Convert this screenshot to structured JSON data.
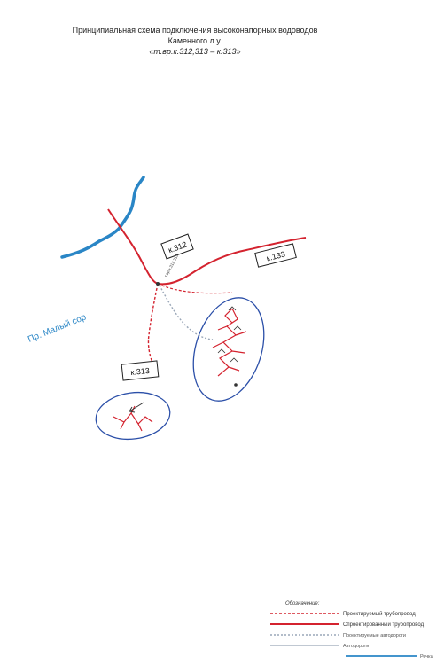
{
  "title": {
    "line1": "Принципиальная схема подключения высоконапорных водоводов",
    "line2": "Каменного л.у.",
    "line3": "«т.вр.к.312,313 – к.313»"
  },
  "map": {
    "river_label": "Пр. Малый сор",
    "pads": [
      "к.312",
      "к.313",
      "к.133"
    ],
    "pipe_label": "т.вр.к.312,313",
    "colors": {
      "designed_pipe": "#d4232f",
      "planned_pipe": "#d4232f",
      "river": "#2a86c6",
      "planned_road": "#9aa7b8",
      "outline": "#2b4fa8"
    }
  },
  "legend": {
    "heading": "Обозначение:",
    "items": [
      {
        "label": "Проектируемый трубопровод"
      },
      {
        "label": "Спроектированный трубопровод"
      },
      {
        "label": "Проектируемые автодороги"
      },
      {
        "label": "Автодороги"
      },
      {
        "label": "Речка"
      }
    ]
  }
}
